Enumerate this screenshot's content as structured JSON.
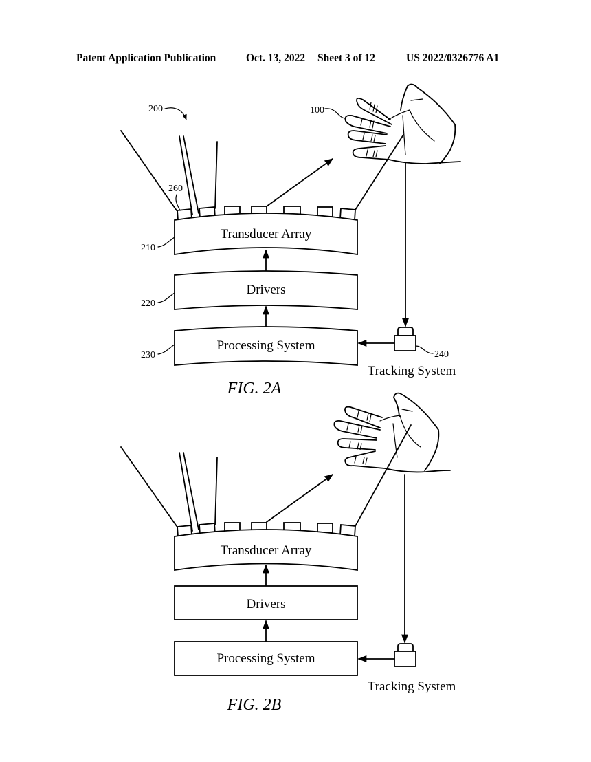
{
  "header": {
    "publication_type": "Patent Application Publication",
    "date": "Oct. 13, 2022",
    "sheet": "Sheet 3 of 12",
    "publication_number": "US 2022/0326776 A1"
  },
  "figure_2a": {
    "caption": "FIG. 2A",
    "blocks": {
      "transducer_array": "Transducer Array",
      "drivers": "Drivers",
      "processing_system": "Processing System"
    },
    "tracking_system_label": "Tracking System",
    "refs": {
      "system": "200",
      "hand": "100",
      "transducer_element": "260",
      "transducer_array": "210",
      "drivers": "220",
      "processing_system": "230",
      "tracking_system": "240"
    }
  },
  "figure_2b": {
    "caption": "FIG. 2B",
    "blocks": {
      "transducer_array": "Transducer Array",
      "drivers": "Drivers",
      "processing_system": "Processing System"
    },
    "tracking_system_label": "Tracking System"
  }
}
